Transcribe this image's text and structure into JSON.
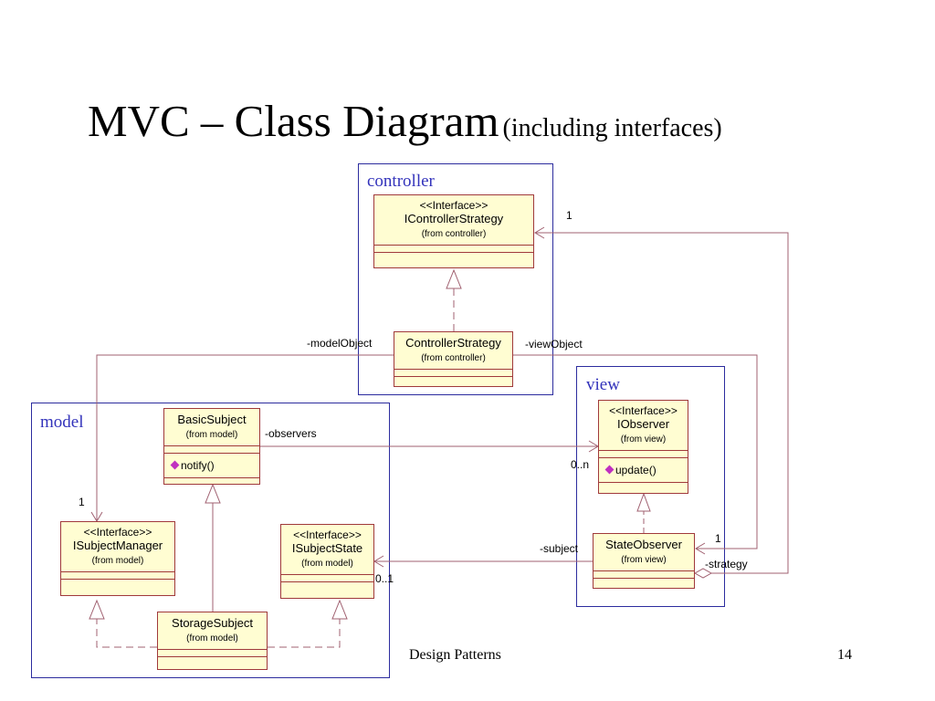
{
  "slide": {
    "title": "MVC – Class Diagram",
    "subtitle": "(including interfaces)",
    "footer": "Design Patterns",
    "page_number": "14"
  },
  "packages": {
    "controller": "controller",
    "view": "view",
    "model": "model"
  },
  "classes": {
    "icontrollerstrategy": {
      "stereotype": "<<Interface>>",
      "name": "IControllerStrategy",
      "from": "(from controller)"
    },
    "controllerstrategy": {
      "name": "ControllerStrategy",
      "from": "(from controller)"
    },
    "iobserver": {
      "stereotype": "<<Interface>>",
      "name": "IObserver",
      "from": "(from view)",
      "operation": "update()"
    },
    "stateobserver": {
      "name": "StateObserver",
      "from": "(from view)"
    },
    "basicsubject": {
      "name": "BasicSubject",
      "from": "(from model)",
      "operation": "notify()"
    },
    "isubjectmanager": {
      "stereotype": "<<Interface>>",
      "name": "ISubjectManager",
      "from": "(from model)"
    },
    "isubjectstate": {
      "stereotype": "<<Interface>>",
      "name": "ISubjectState",
      "from": "(from model)"
    },
    "storagesubject": {
      "name": "StorageSubject",
      "from": "(from model)"
    }
  },
  "associations": {
    "model_object": "-modelObject",
    "view_object": "-viewObject",
    "observers": "-observers",
    "subject": "-subject",
    "strategy": "-strategy",
    "mult_controller": "1",
    "mult_manager": "1",
    "mult_observers": "0..n",
    "mult_stateobserver": "1",
    "mult_state": "0..1"
  },
  "colors": {
    "package_border": "#2c2c9e",
    "package_label": "#3333bb",
    "class_fill": "#fffdd2",
    "class_border": "#a0393b",
    "edge": "#a06070",
    "operation_icon": "#c030c0"
  }
}
